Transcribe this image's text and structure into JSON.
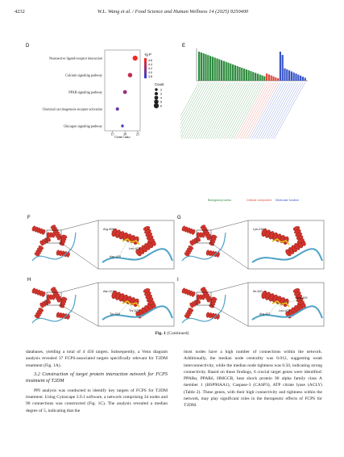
{
  "header": {
    "page_number": "4232",
    "journal_line": "W.L. Wang et al. / Food Science and Human Wellness 14 (2025) 9250400"
  },
  "panel_d": {
    "letter": "D",
    "xlabel": "Gene ratio",
    "legend_color_title": "-lg P",
    "legend_color_values": [
      "4.6",
      "4.4",
      "4.2",
      "4.0",
      "3.8"
    ],
    "legend_size_title": "Count",
    "legend_size_values": [
      "2",
      "3",
      "4",
      "5",
      "6"
    ]
  },
  "panel_e": {
    "letter": "E",
    "group_labels": [
      "Biological process",
      "Cellular component",
      "Molecular function"
    ]
  },
  "panel_f": {
    "letter": "F",
    "residues": [
      "Arg-409",
      "Leu-422",
      "Asp-410"
    ]
  },
  "panel_g": {
    "letter": "G",
    "residues": [
      "Lys-216"
    ]
  },
  "panel_h": {
    "letter": "H",
    "residues": [
      "Asn-219",
      "Thr-220",
      "Tyr-334"
    ]
  },
  "panel_i": {
    "letter": "I",
    "residues": [
      "Ile-420",
      "Leu-422",
      "Arg-421",
      "Arg-409"
    ]
  },
  "chart_data": {
    "type": "scatter",
    "xlabel": "Gene ratio",
    "ylabel": "",
    "categories": [
      "Neuroactive ligand-receptor interaction",
      "Calcium signaling pathway",
      "PPAR signaling pathway",
      "Chemical carcinogenesis-receptor activation",
      "Glucagon signaling pathway"
    ],
    "x": [
      24,
      22,
      20,
      17,
      19
    ],
    "count": [
      6,
      5,
      4,
      3,
      2
    ],
    "neg_lg_p": [
      4.6,
      4.4,
      4.2,
      4.0,
      3.8
    ],
    "xticks": [
      "15",
      "20",
      "25"
    ],
    "xlim": [
      12,
      26
    ]
  },
  "caption": {
    "label": "Fig. 1",
    "text": "(Continued)"
  },
  "left_column": {
    "p1": "databases, yielding a total of 4 450 targets. Subsequently, a Venn diagram analysis revealed 37 FCPS-associated targets specifically relevant for T2DM treatment (Fig. 1A).",
    "section": "3.2    Construction of target protein interaction network for FCPS treatment of T2DM",
    "p2": "PPI analysis was conducted to identify key targets of FCPS for T2DM treatment. Using Cytoscape 3.9.1 software, a network comprising 34 nodes and 90 connections was constructed (Fig. 1C). The analysis revealed a median degree of 5, indicating that the"
  },
  "right_column": {
    "p1": "most nodes have a high number of connections within the network. Additionally, the median node centrality was 0.012, suggesting weak interconnectivity, while the median node tightness was 0.50, indicating strong connectivity. Based on these findings, 6 crucial target genes were identified: PPARα, PPARδ, HMGCR, heat shock protein 90 alpha family class A member 1 (HSP90AA1), Caspase-3 (CASP3), ATP citrate lyase (ACLY) (Table 2). These genes, with their high connectivity and tightness within the network, may play significant roles in the therapeutic effects of FCPS for T2DM."
  },
  "colors": {
    "bp": "#2e8b3e",
    "cc": "#e04a3a",
    "mf": "#3a56c8"
  }
}
